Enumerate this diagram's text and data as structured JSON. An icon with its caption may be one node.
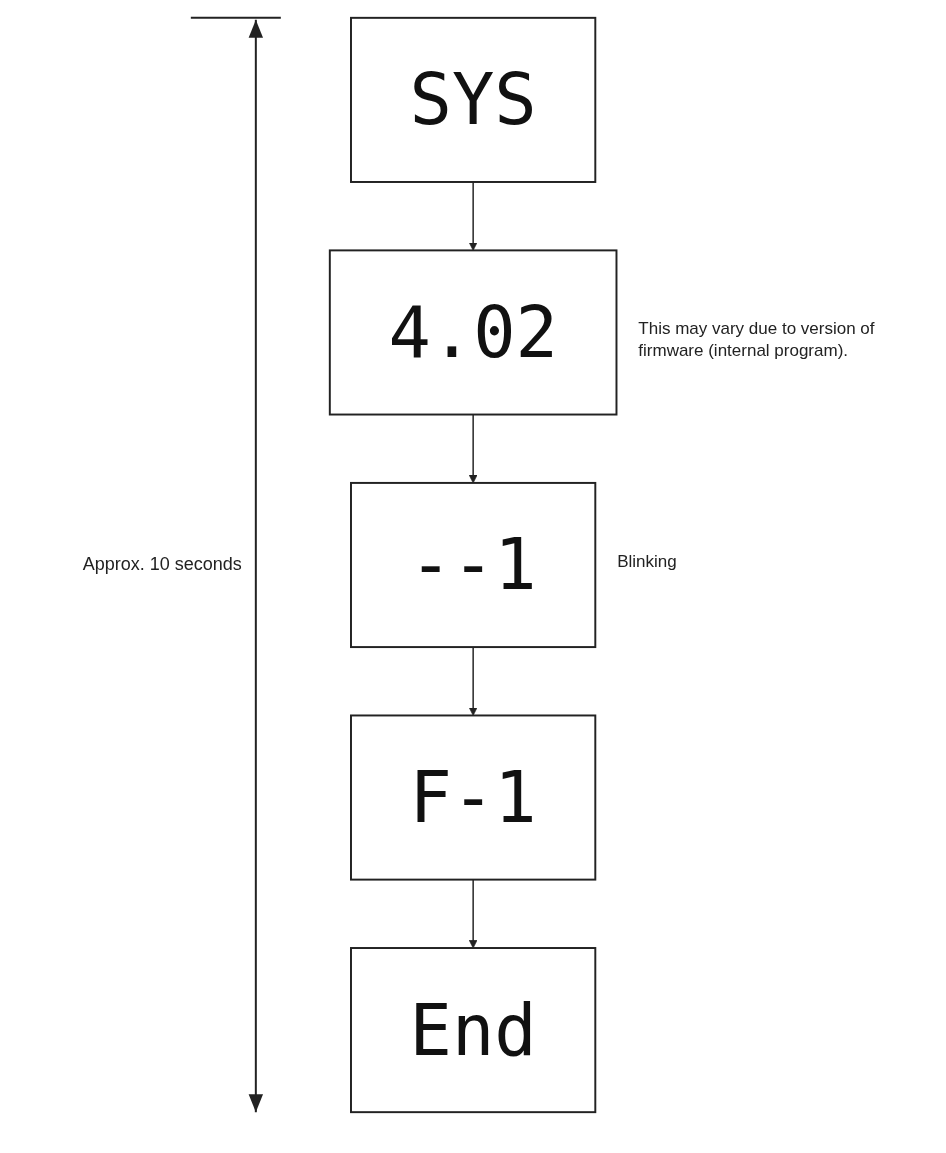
{
  "diagram": {
    "nodes": [
      {
        "text": [
          "SYS"
        ]
      },
      {
        "text": [
          "4.02"
        ],
        "beside": [
          "This may vary due to version of firmware (internal program)."
        ]
      },
      {
        "text": [
          "--1"
        ],
        "beside": [
          "Blinking"
        ]
      },
      {
        "text": [
          "F-1"
        ]
      },
      {
        "text": [
          "End"
        ]
      }
    ],
    "edges": [
      {
        "from": 0,
        "to": 1,
        "arrow": "to"
      },
      {
        "from": 1,
        "to": 2,
        "arrow": "to"
      },
      {
        "from": 2,
        "to": 3,
        "arrow": "to"
      },
      {
        "from": 3,
        "to": 4,
        "arrow": "to"
      }
    ],
    "labels": [
      "Approx. 10 seconds"
    ]
  }
}
